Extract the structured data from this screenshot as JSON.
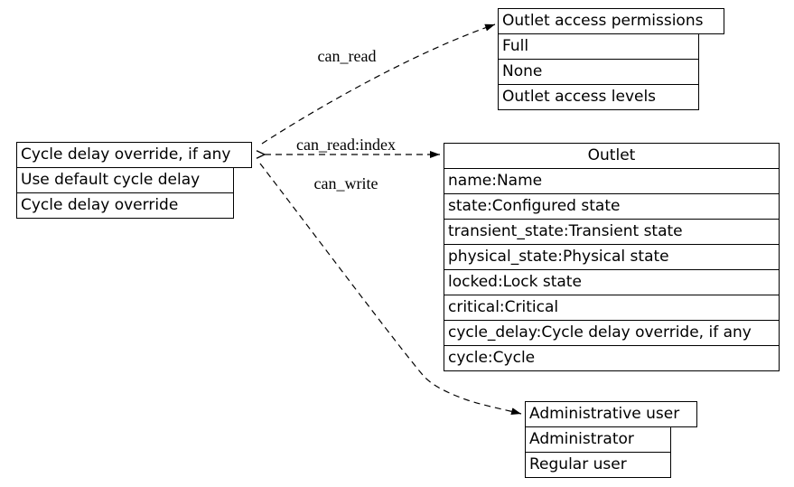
{
  "diagram": {
    "type": "schema-relation-diagram",
    "colors": {
      "background": "#ffffff",
      "border": "#000000",
      "text": "#000000",
      "edge": "#000000"
    },
    "nodes": {
      "cycle_delay_override": {
        "title": "Cycle delay override, if any",
        "rows": [
          "Use default cycle delay",
          "Cycle delay override"
        ]
      },
      "outlet_access_permissions": {
        "title": "Outlet access permissions",
        "rows": [
          "Full",
          "None",
          "Outlet access levels"
        ]
      },
      "outlet": {
        "title": "Outlet",
        "rows": [
          "name:Name",
          "state:Configured state",
          "transient_state:Transient state",
          "physical_state:Physical state",
          "locked:Lock state",
          "critical:Critical",
          "cycle_delay:Cycle delay override, if any",
          "cycle:Cycle"
        ]
      },
      "administrative_user": {
        "title": "Administrative user",
        "rows": [
          "Administrator",
          "Regular user"
        ]
      }
    },
    "edges": [
      {
        "label": "can_read",
        "from": "Cycle delay override, if any",
        "to": "Outlet access permissions",
        "line_style": "dashed",
        "arrowhead": "filled"
      },
      {
        "label": "can_read:index",
        "from": "Cycle delay override, if any",
        "to": "Outlet",
        "line_style": "dashed",
        "arrowhead": "filled",
        "arrowtail": "open"
      },
      {
        "label": "can_write",
        "from": "Cycle delay override, if any",
        "to": "Administrative user",
        "line_style": "dashed",
        "arrowhead": "filled"
      }
    ]
  }
}
